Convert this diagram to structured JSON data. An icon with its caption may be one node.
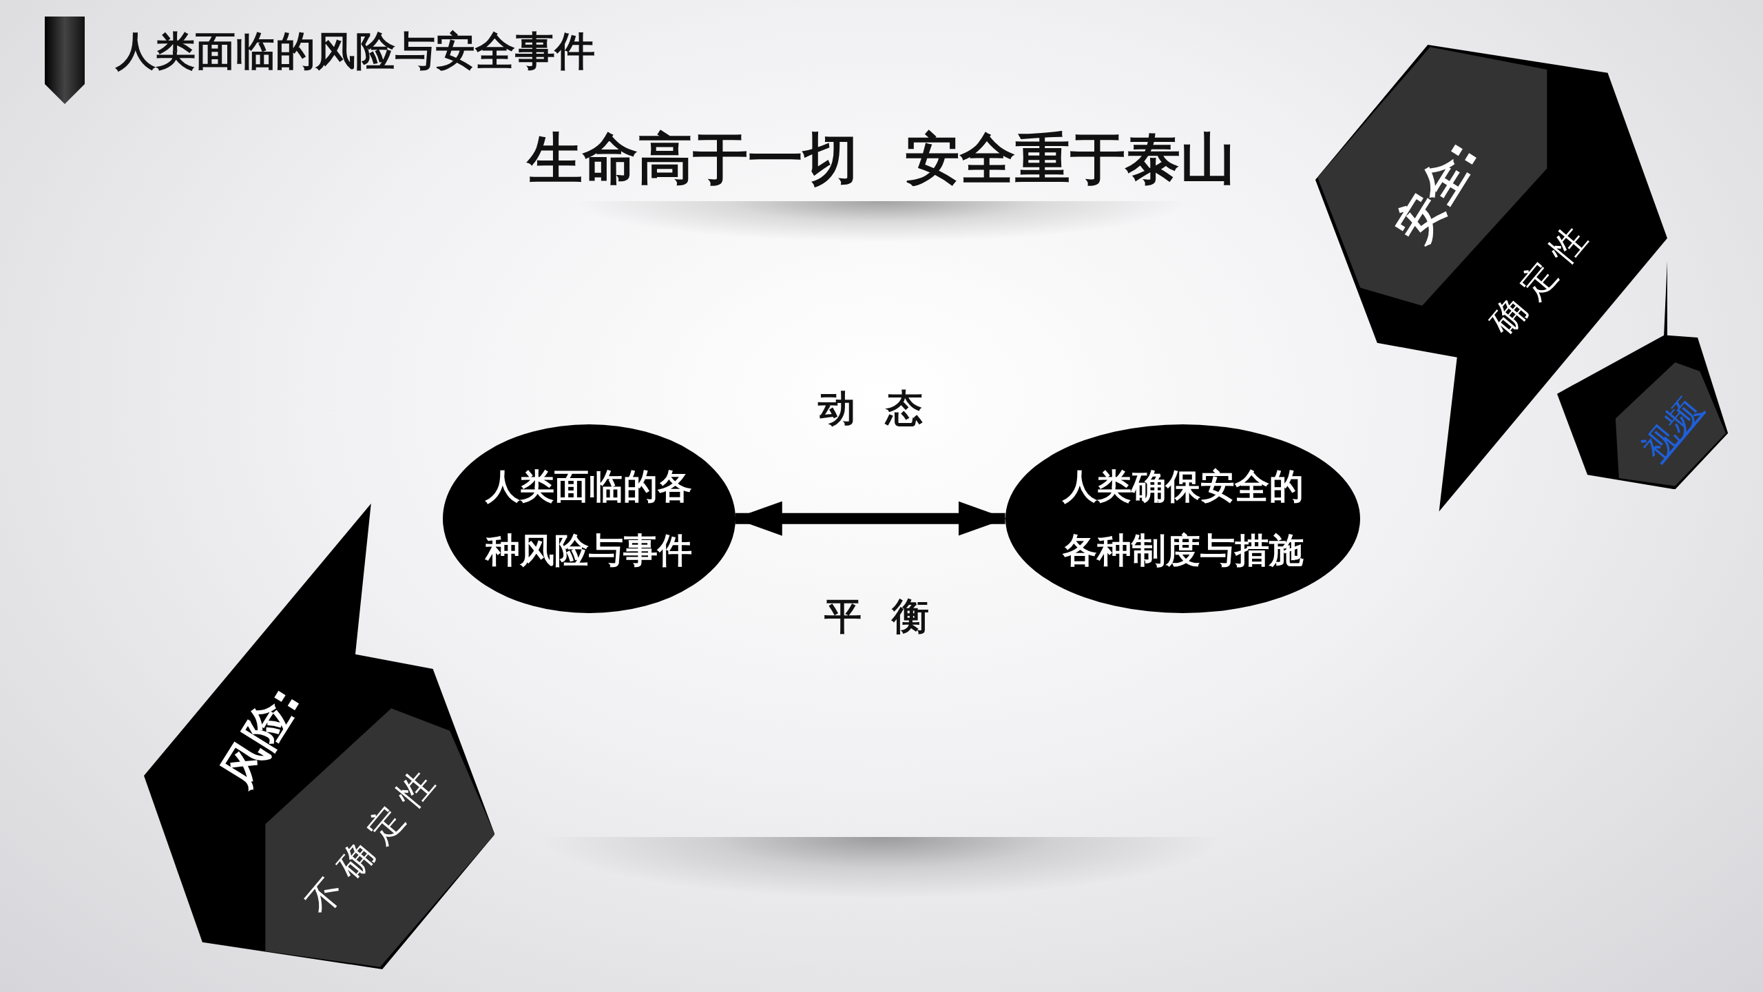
{
  "diagram": {
    "title": "人类面临的风险与安全事件",
    "nodes": [
      {
        "text": [
          "安全:",
          "确定性"
        ]
      },
      {
        "text": [
          "视频"
        ]
      },
      {
        "text": [
          "人类面临的各种风险与事件"
        ]
      },
      {
        "text": [
          "人类确保安全的各种制度与措施"
        ]
      },
      {
        "text": [
          "风险:",
          "不确定性"
        ]
      }
    ],
    "edges": [
      {
        "from": 2,
        "to": 3,
        "arrow": "both",
        "label": "动态"
      }
    ],
    "labels": [
      "生命高于一切 安全重于泰山",
      "平衡"
    ]
  }
}
